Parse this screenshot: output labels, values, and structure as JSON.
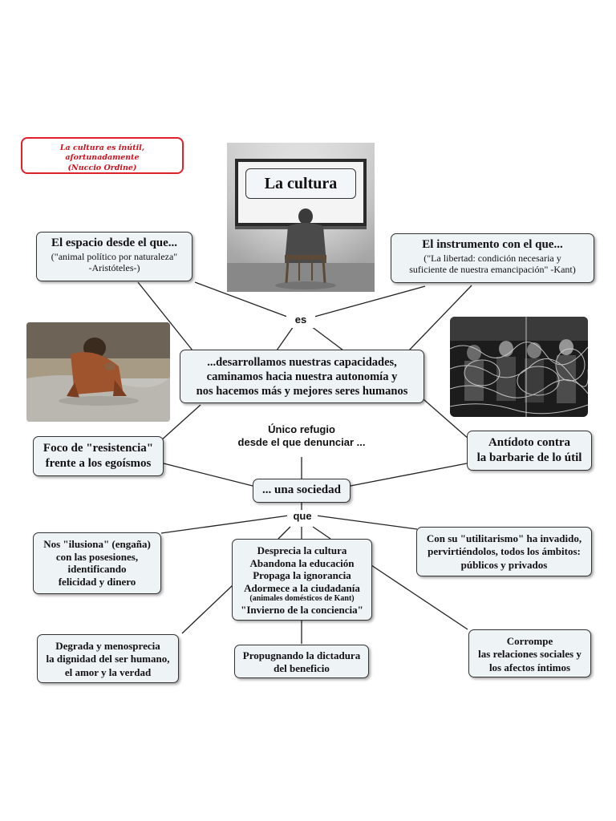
{
  "quote": {
    "line1": "La cultura es inútil, afortunadamente",
    "line2": "(Nuccio Ordine)"
  },
  "center_photo": {
    "caption": "La cultura"
  },
  "nodes": {
    "espacio": {
      "title": "El espacio desde el que...",
      "line1": "(\"animal político por naturaleza\"",
      "line2": "-Aristóteles-)"
    },
    "instrumento": {
      "title": "El instrumento con el que...",
      "line1": "(\"La libertad: condición necesaria y",
      "line2": "suficiente de nuestra emancipación\" -Kant)"
    },
    "desarrollamos": {
      "line1": "...desarrollamos nuestras capacidades,",
      "line2": "caminamos hacia nuestra autonomía y",
      "line3": "nos hacemos más y mejores seres humanos"
    },
    "foco": {
      "line1": "Foco de \"resistencia\"",
      "line2": "frente a los egoísmos"
    },
    "antidoto": {
      "line1": "Antídoto contra",
      "line2": "la barbarie de lo útil"
    },
    "sociedad": {
      "line1": "... una sociedad"
    },
    "ilusiona": {
      "line1": "Nos \"ilusiona\" (engaña)",
      "line2": "con las posesiones,",
      "line3": "identificando",
      "line4": "felicidad y dinero"
    },
    "desprecia": {
      "line1": "Desprecia la cultura",
      "line2": "Abandona la educación",
      "line3": "Propaga la ignorancia",
      "line4": "Adormece a la ciudadanía",
      "line5": "(animales domésticos de Kant)",
      "line6": "\"Invierno de la conciencia\""
    },
    "utilitarismo": {
      "line1": "Con su \"utilitarismo\" ha invadido,",
      "line2": "pervirtiéndolos, todos los ámbitos:",
      "line3": "públicos y privados"
    },
    "degrada": {
      "line1": "Degrada y menosprecia",
      "line2": "la dignidad del ser humano,",
      "line3": "el amor y la verdad"
    },
    "propugnando": {
      "line1": "Propugnando la dictadura",
      "line2": "del beneficio"
    },
    "corrompe": {
      "line1": "Corrompe",
      "line2": "las relaciones sociales y",
      "line3": "los afectos íntimos"
    }
  },
  "labels": {
    "es": "es",
    "unico_line1": "Único refugio",
    "unico_line2": "desde el que denunciar ...",
    "que": "que"
  }
}
